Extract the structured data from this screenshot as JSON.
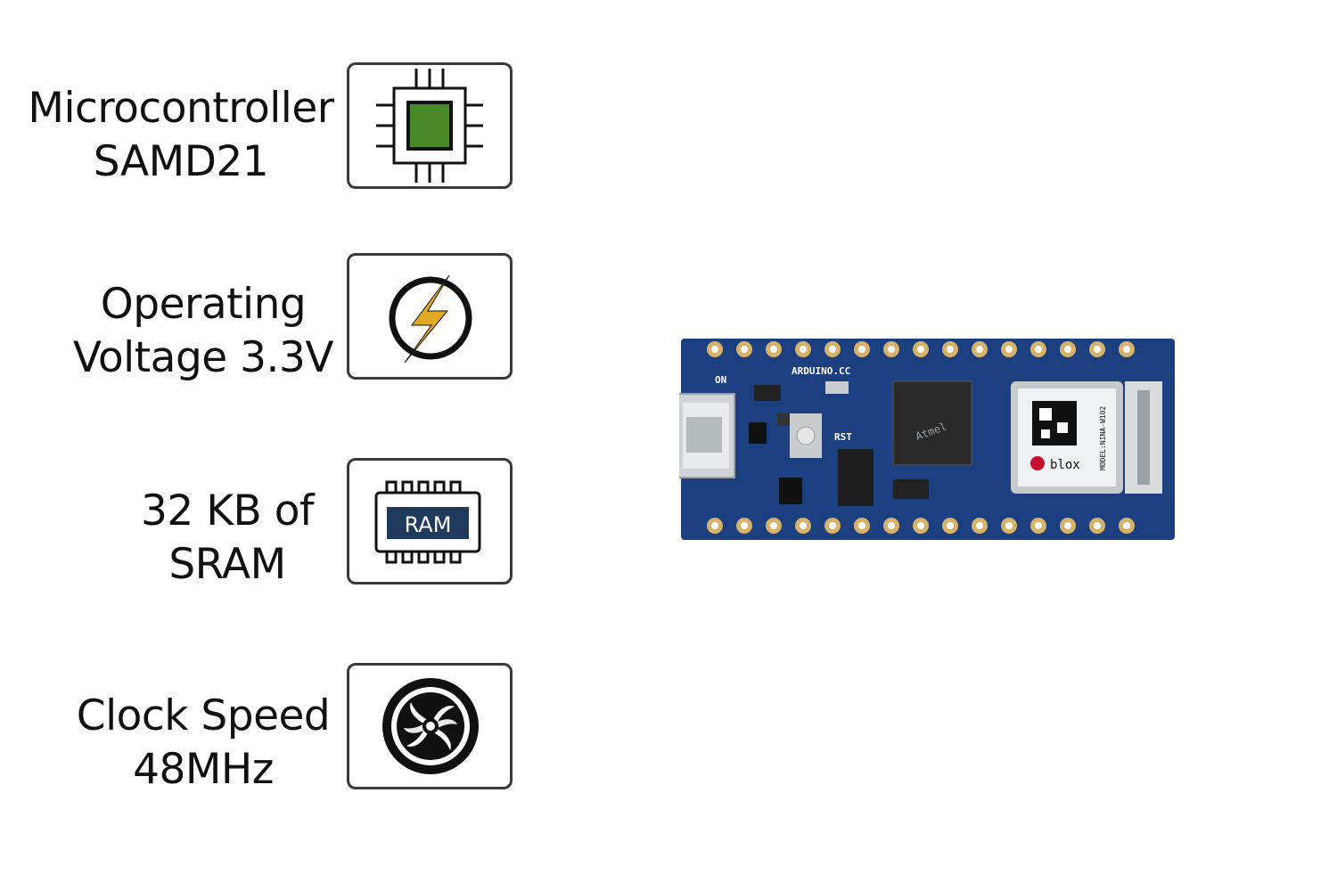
{
  "specs": [
    {
      "line1": "Microcontroller",
      "line2": "SAMD21",
      "icon": "chip-icon"
    },
    {
      "line1": "Operating",
      "line2": "Voltage 3.3V",
      "icon": "lightning-icon"
    },
    {
      "line1": "32 KB of",
      "line2": "SRAM",
      "icon": "ram-icon",
      "icon_text": "RAM"
    },
    {
      "line1": "Clock Speed",
      "line2": "48MHz",
      "icon": "fan-icon"
    }
  ],
  "board": {
    "silkscreen_brand": "ARDUINO.CC",
    "silkscreen_on": "ON",
    "silkscreen_rst": "RST",
    "mcu_marking": "Atmel",
    "module_brand": "blox",
    "module_model": "MODEL:NINA-W102"
  },
  "colors": {
    "chip_core": "#4a8a26",
    "bolt": "#e0a823",
    "ram_body": "#1f3a5c",
    "pcb": "#1c3f80",
    "pad": "#d6b26a"
  }
}
